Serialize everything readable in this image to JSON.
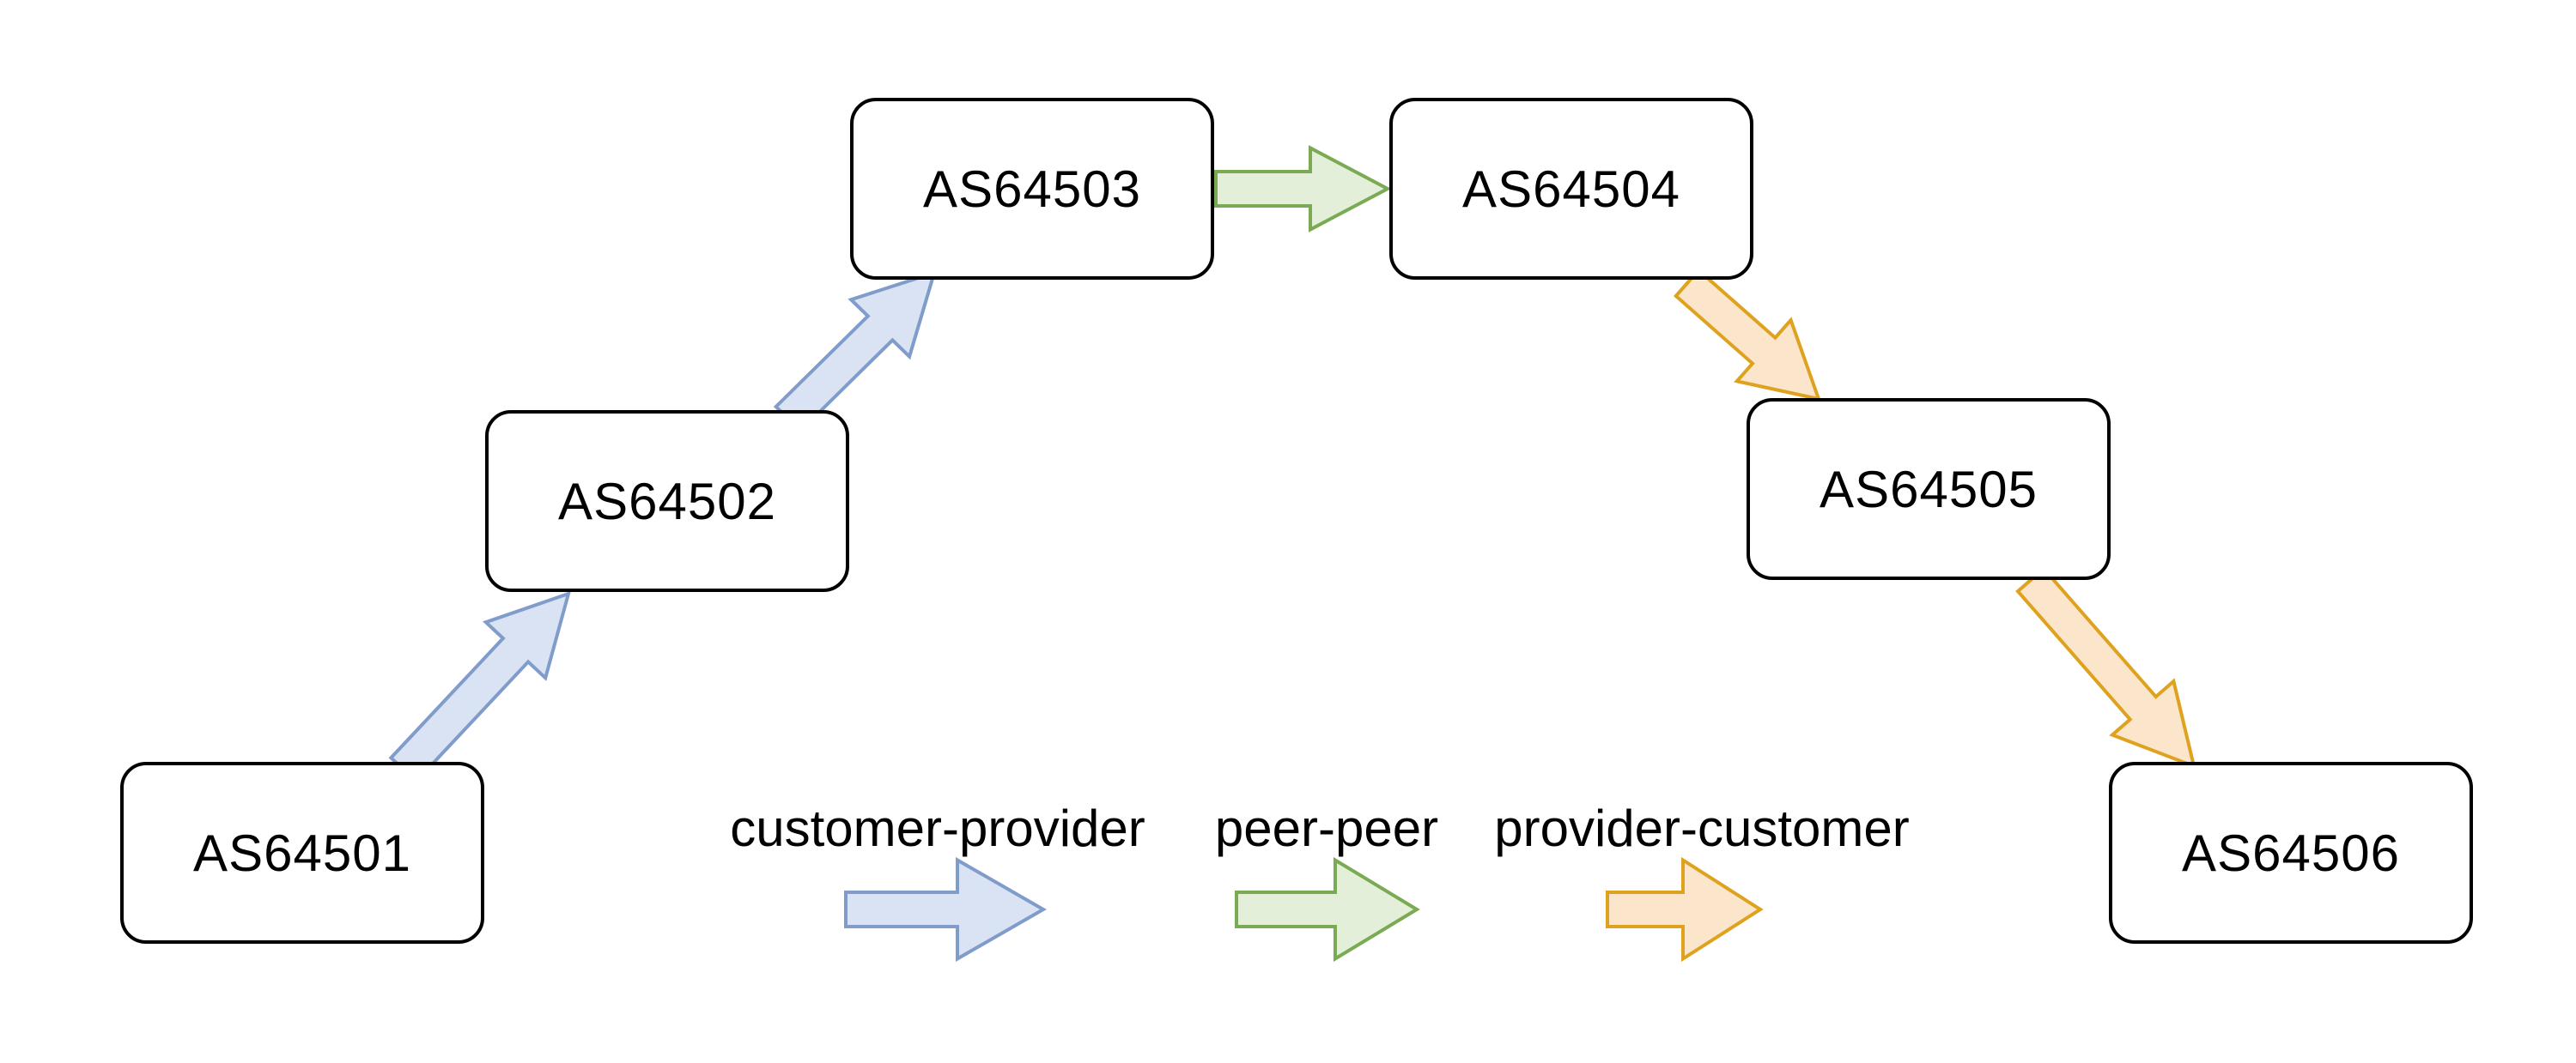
{
  "diagram": {
    "nodes": [
      {
        "label": "AS64501"
      },
      {
        "label": "AS64502"
      },
      {
        "label": "AS64503"
      },
      {
        "label": "AS64504"
      },
      {
        "label": "AS64505"
      },
      {
        "label": "AS64506"
      }
    ],
    "edges": [
      {
        "from": "AS64501",
        "to": "AS64502",
        "relationship": "customer-provider"
      },
      {
        "from": "AS64502",
        "to": "AS64503",
        "relationship": "customer-provider"
      },
      {
        "from": "AS64503",
        "to": "AS64504",
        "relationship": "peer-peer"
      },
      {
        "from": "AS64504",
        "to": "AS64505",
        "relationship": "provider-customer"
      },
      {
        "from": "AS64505",
        "to": "AS64506",
        "relationship": "provider-customer"
      }
    ],
    "legend": {
      "items": [
        {
          "label": "customer-provider",
          "arrow": "blue-right-arrow-icon"
        },
        {
          "label": "peer-peer",
          "arrow": "green-right-arrow-icon"
        },
        {
          "label": "provider-customer",
          "arrow": "orange-right-arrow-icon"
        }
      ]
    }
  },
  "colors": {
    "background": "#ffffff",
    "node_border": "#000000",
    "customer_provider_fill": "#dae3f3",
    "customer_provider_stroke": "#7f9ccb",
    "peer_peer_fill": "#e3efd9",
    "peer_peer_stroke": "#7aab54",
    "provider_customer_fill": "#fce6cb",
    "provider_customer_stroke": "#dfa21f"
  }
}
